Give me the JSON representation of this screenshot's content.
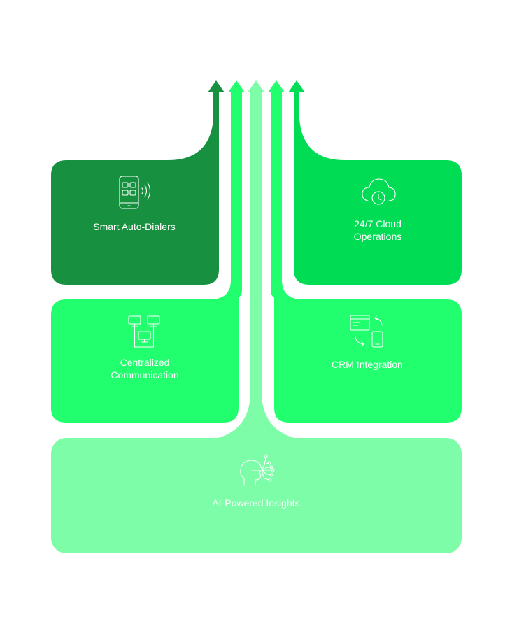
{
  "colors": {
    "dark_green": "#17913f",
    "bright_green": "#00dd55",
    "mid_green": "#22ff6e",
    "light_green": "#7dfda8",
    "label_text": "#ffffff"
  },
  "nodes": [
    {
      "id": "smart-auto-dialers",
      "lines": [
        "Smart Auto-Dialers"
      ],
      "icon": "phone-apps-icon",
      "color": "#17913f"
    },
    {
      "id": "cloud-operations",
      "lines": [
        "24/7 Cloud",
        "Operations"
      ],
      "icon": "cloud-clock-icon",
      "color": "#00dd55"
    },
    {
      "id": "centralized-communication",
      "lines": [
        "Centralized",
        "Communication"
      ],
      "icon": "network-monitors-icon",
      "color": "#22ff6e"
    },
    {
      "id": "crm-integration",
      "lines": [
        "CRM Integration"
      ],
      "icon": "sync-devices-icon",
      "color": "#22ff6e"
    },
    {
      "id": "ai-powered-insights",
      "lines": [
        "AI-Powered Insights"
      ],
      "icon": "ai-head-icon",
      "color": "#7dfda8"
    }
  ]
}
